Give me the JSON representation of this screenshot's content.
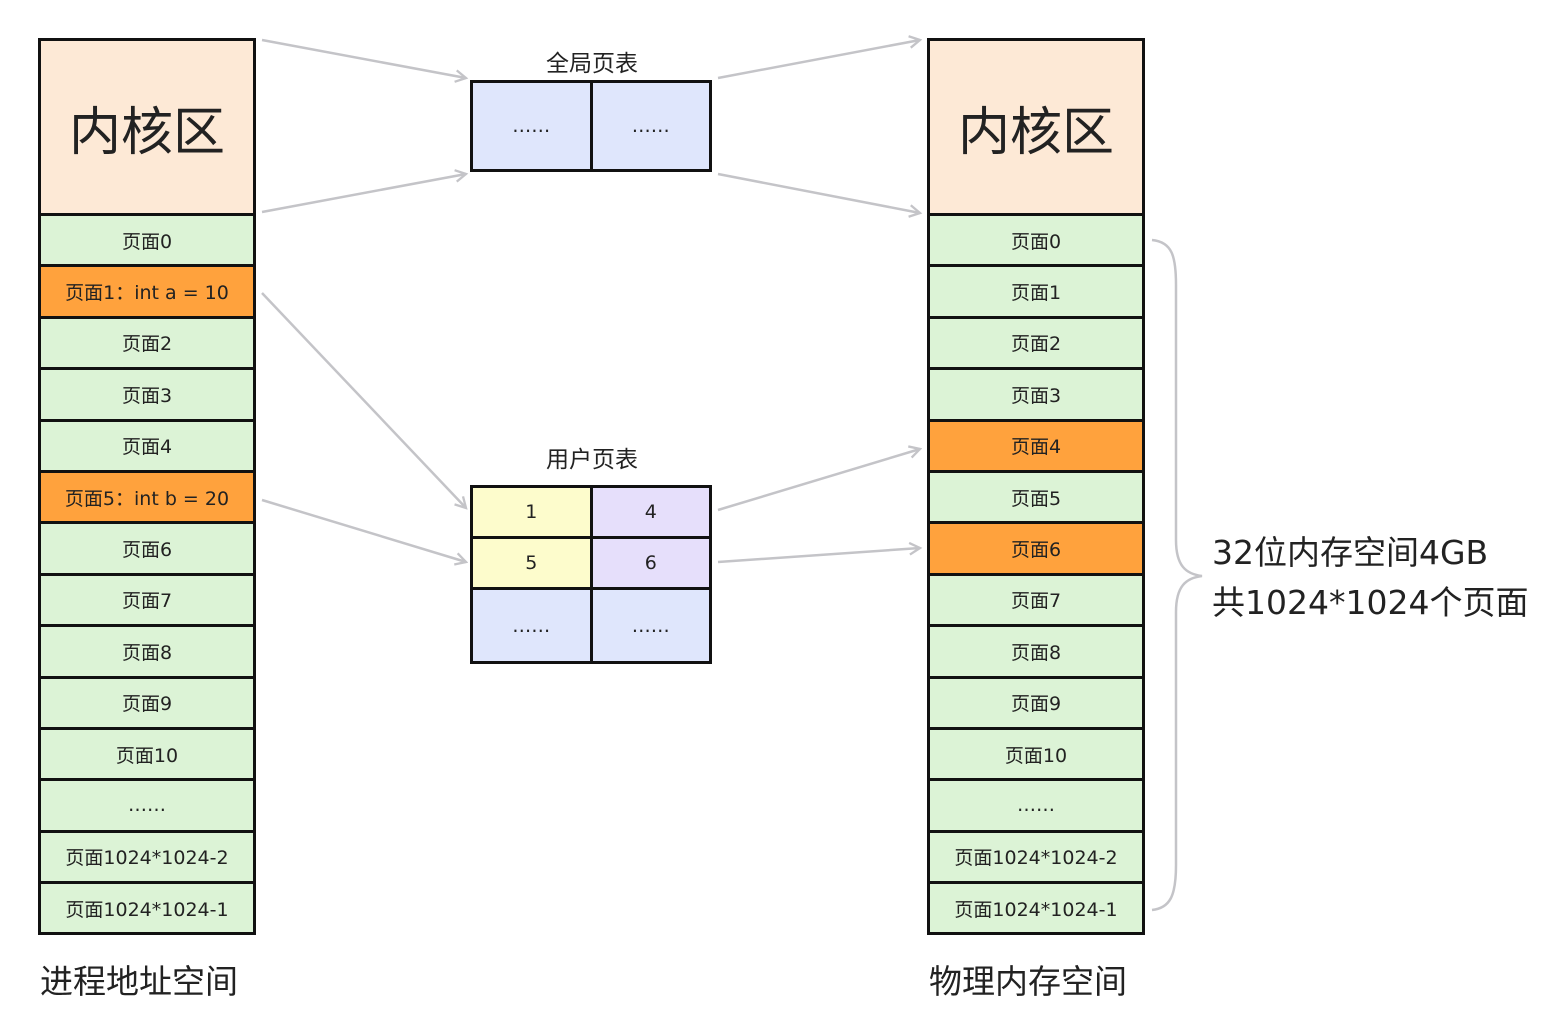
{
  "process_space": {
    "caption": "进程地址空间",
    "kernel_label": "内核区",
    "pages": [
      {
        "label": "页面0",
        "highlight": false
      },
      {
        "label": "页面1：int a = 10",
        "highlight": true
      },
      {
        "label": "页面2",
        "highlight": false
      },
      {
        "label": "页面3",
        "highlight": false
      },
      {
        "label": "页面4",
        "highlight": false
      },
      {
        "label": "页面5：int b = 20",
        "highlight": true
      },
      {
        "label": "页面6",
        "highlight": false
      },
      {
        "label": "页面7",
        "highlight": false
      },
      {
        "label": "页面8",
        "highlight": false
      },
      {
        "label": "页面9",
        "highlight": false
      },
      {
        "label": "页面10",
        "highlight": false
      },
      {
        "label": "……",
        "highlight": false
      },
      {
        "label": "页面1024*1024-2",
        "highlight": false
      },
      {
        "label": "页面1024*1024-1",
        "highlight": false
      }
    ]
  },
  "physical_memory": {
    "caption": "物理内存空间",
    "kernel_label": "内核区",
    "pages": [
      {
        "label": "页面0",
        "highlight": false
      },
      {
        "label": "页面1",
        "highlight": false
      },
      {
        "label": "页面2",
        "highlight": false
      },
      {
        "label": "页面3",
        "highlight": false
      },
      {
        "label": "页面4",
        "highlight": true
      },
      {
        "label": "页面5",
        "highlight": false
      },
      {
        "label": "页面6",
        "highlight": true
      },
      {
        "label": "页面7",
        "highlight": false
      },
      {
        "label": "页面8",
        "highlight": false
      },
      {
        "label": "页面9",
        "highlight": false
      },
      {
        "label": "页面10",
        "highlight": false
      },
      {
        "label": "……",
        "highlight": false
      },
      {
        "label": "页面1024*1024-2",
        "highlight": false
      },
      {
        "label": "页面1024*1024-1",
        "highlight": false
      }
    ]
  },
  "global_page_table": {
    "title": "全局页表",
    "cells": [
      "……",
      "……"
    ]
  },
  "user_page_table": {
    "title": "用户页表",
    "cells": [
      "1",
      "4",
      "5",
      "6",
      "……",
      "……"
    ]
  },
  "side_note": {
    "line1": "32位内存空间4GB",
    "line2": "共1024*1024个页面"
  },
  "colors": {
    "kernel": "#fde9d6",
    "page": "#dcf3d6",
    "highlight": "#ffa23d",
    "table_blue": "#dfe6fc",
    "table_yellow": "#fdfccc",
    "table_purple": "#e6dffb",
    "arrow": "#c4c4c8"
  }
}
